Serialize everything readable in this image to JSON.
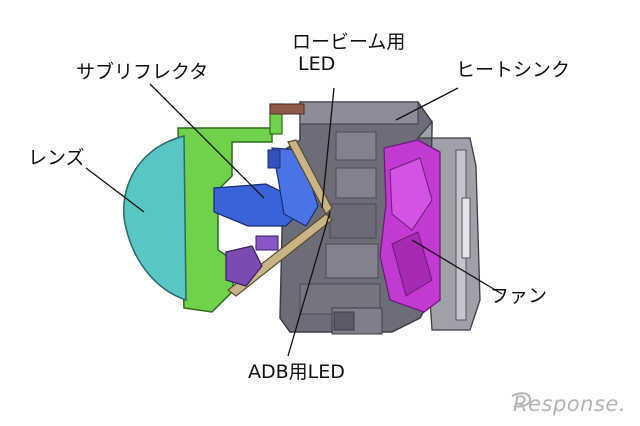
{
  "labels": {
    "lens": "レンズ",
    "sub_reflector": "サブリフレクタ",
    "low_beam_led_line1": "ロービーム用",
    "low_beam_led_line2": "LED",
    "heat_sink": "ヒートシンク",
    "fan": "ファン",
    "adb_led": "ADB用LED"
  },
  "watermark": "Response.",
  "colors": {
    "lens": "#58c6c4",
    "holder": "#6fd24a",
    "sub_reflector": "#3b63d8",
    "heat_sink": "#767783",
    "fan": "#c23ad2",
    "pcb": "#c8b487",
    "leader": "#111111"
  }
}
